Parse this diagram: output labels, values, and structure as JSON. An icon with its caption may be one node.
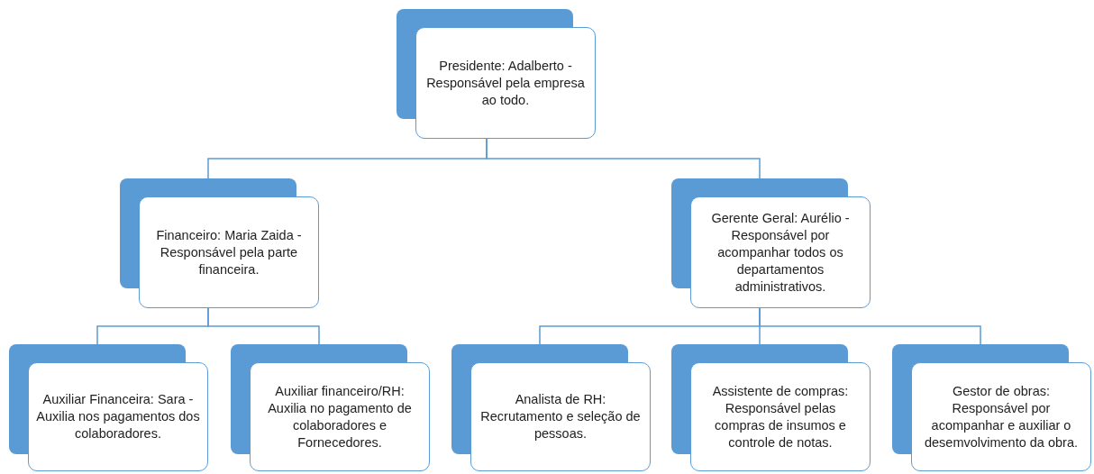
{
  "diagram": {
    "nodes": [
      {
        "text": [
          "Presidente: Adalberto - Responsável pela empresa ao todo."
        ]
      },
      {
        "text": [
          "Financeiro: Maria Zaida - Responsável pela parte financeira."
        ]
      },
      {
        "text": [
          "Gerente Geral: Aurélio - Responsável por acompanhar todos os departamentos administrativos."
        ]
      },
      {
        "text": [
          "Auxiliar Financeira: Sara - Auxilia nos pagamentos dos colaboradores."
        ]
      },
      {
        "text": [
          "Auxiliar financeiro/RH: Auxilia no pagamento de colaboradores e Fornecedores."
        ]
      },
      {
        "text": [
          "Analista de RH: Recrutamento e seleção de pessoas."
        ]
      },
      {
        "text": [
          "Assistente de compras: Responsável pelas compras de insumos e controle de notas."
        ]
      },
      {
        "text": [
          "Gestor de obras: Responsável por acompanhar e auxiliar o desemvolvimento da obra."
        ]
      }
    ],
    "edges": [
      {
        "from": 0,
        "to": 1,
        "arrow": "none"
      },
      {
        "from": 0,
        "to": 2,
        "arrow": "none"
      },
      {
        "from": 1,
        "to": 3,
        "arrow": "none"
      },
      {
        "from": 1,
        "to": 4,
        "arrow": "none"
      },
      {
        "from": 2,
        "to": 5,
        "arrow": "none"
      },
      {
        "from": 2,
        "to": 6,
        "arrow": "none"
      },
      {
        "from": 2,
        "to": 7,
        "arrow": "none"
      }
    ]
  }
}
